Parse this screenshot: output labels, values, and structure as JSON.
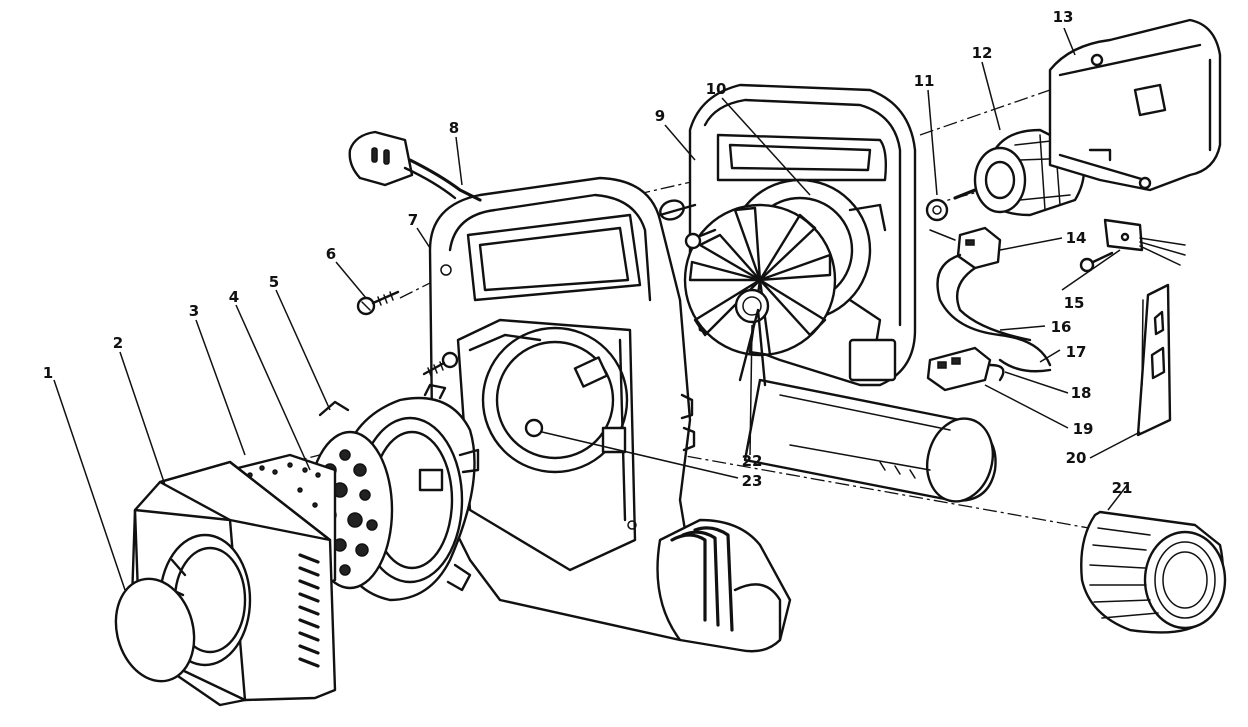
{
  "diagram": {
    "type": "exploded-parts-view",
    "callouts": [
      {
        "id": "c1",
        "text": "1"
      },
      {
        "id": "c2",
        "text": "2"
      },
      {
        "id": "c3",
        "text": "3"
      },
      {
        "id": "c4",
        "text": "4"
      },
      {
        "id": "c5",
        "text": "5"
      },
      {
        "id": "c6",
        "text": "6"
      },
      {
        "id": "c7",
        "text": "7"
      },
      {
        "id": "c8",
        "text": "8"
      },
      {
        "id": "c9",
        "text": "9"
      },
      {
        "id": "c10",
        "text": "10"
      },
      {
        "id": "c11",
        "text": "11"
      },
      {
        "id": "c12",
        "text": "12"
      },
      {
        "id": "c13",
        "text": "13"
      },
      {
        "id": "c14",
        "text": "14"
      },
      {
        "id": "c15",
        "text": "15"
      },
      {
        "id": "c16",
        "text": "16"
      },
      {
        "id": "c17",
        "text": "17"
      },
      {
        "id": "c18",
        "text": "18"
      },
      {
        "id": "c19",
        "text": "19"
      },
      {
        "id": "c20",
        "text": "20"
      },
      {
        "id": "c21",
        "text": "21"
      },
      {
        "id": "c22",
        "text": "22"
      },
      {
        "id": "c23",
        "text": "23"
      }
    ],
    "parts": [
      {
        "callout": "1",
        "icon": "clear-disc-icon"
      },
      {
        "callout": "2",
        "icon": "intake-grille-cover-icon"
      },
      {
        "callout": "3",
        "icon": "foam-filter-outer-icon"
      },
      {
        "callout": "4",
        "icon": "foam-filter-inner-icon"
      },
      {
        "callout": "5",
        "icon": "filter-retainer-ring-icon"
      },
      {
        "callout": "6",
        "icon": "screw-icon"
      },
      {
        "callout": "7",
        "icon": "housing-half-left-icon"
      },
      {
        "callout": "8",
        "icon": "power-cord-plug-icon"
      },
      {
        "callout": "9",
        "icon": "housing-half-right-icon"
      },
      {
        "callout": "10",
        "icon": "cord-clamp-icon"
      },
      {
        "callout": "11",
        "icon": "washer-icon"
      },
      {
        "callout": "12",
        "icon": "motor-icon"
      },
      {
        "callout": "13",
        "icon": "motor-cover-icon"
      },
      {
        "callout": "14",
        "icon": "switch-icon"
      },
      {
        "callout": "15",
        "icon": "terminal-plate-icon"
      },
      {
        "callout": "16",
        "icon": "wire-lead-icon"
      },
      {
        "callout": "17",
        "icon": "wire-lead-icon"
      },
      {
        "callout": "18",
        "icon": "connector-block-icon"
      },
      {
        "callout": "19",
        "icon": "wire-icon"
      },
      {
        "callout": "20",
        "icon": "switch-plate-icon"
      },
      {
        "callout": "21",
        "icon": "nozzle-tip-icon"
      },
      {
        "callout": "22",
        "icon": "impeller-fan-icon"
      },
      {
        "callout": "23",
        "icon": "impeller-nut-icon"
      }
    ]
  }
}
